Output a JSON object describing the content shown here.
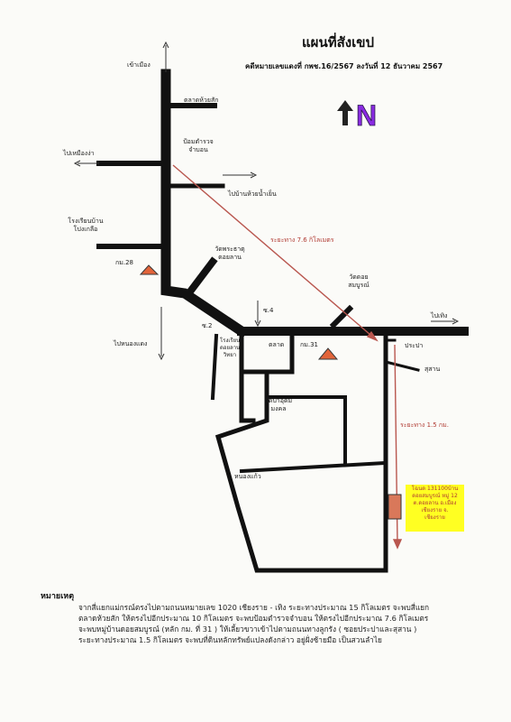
{
  "header": {
    "title": "แผนที่สังเขป",
    "subtitle": "คดีหมายเลขแดงที่ กพช.16/2567   ลงวันที่ 12 ธันวาคม  2567"
  },
  "compass": {
    "letter": "N",
    "letter_color": "#8a2be2",
    "arrow_color": "#222222"
  },
  "colors": {
    "road": "#111111",
    "route": "#b9574f",
    "marker": "#e2643a",
    "plot_fill": "#ffff22",
    "plot_marker": "#d9785a"
  },
  "labels": {
    "to_city": "เข้าเมือง",
    "talat_huai_sak": "ตลาดห้วยสัก",
    "police_box_1": "ป้อมตำรวจ",
    "police_box_2": "จำบอน",
    "to_muang_nga": "ไปเหมืองง่า",
    "to_ban_huai_nam_yen": "ไปบ้านห้วยน้ำเย็น",
    "school_pong_kluea_1": "โรงเรียนบ้าน",
    "school_pong_kluea_2": "โปงเกลือ",
    "km28": "กม.28",
    "wat_phra_that_1": "วัดพระธาตุ",
    "wat_phra_that_2": "ดอยลาน",
    "wat_doi_1": "วัดดอย",
    "wat_doi_2": "สมบูรณ์",
    "to_thoeng": "ไปเทิง",
    "soi4": "ซ.4",
    "soi2": "ซ.2",
    "to_nong_daeng": "ไปหนองแดง",
    "school_doi_lan_1": "โรงเรียน",
    "school_doi_lan_2": "ดอยลาน",
    "school_doi_lan_3": "วิทยา",
    "market": "ตลาด",
    "km31": "กม.31",
    "water_supply": "ประปา",
    "cemetery": "สุสาน",
    "wat_pa_1": "วัดป่าอุดม",
    "wat_pa_2": "มงคล",
    "nong_kaeo": "หนองแก้ว"
  },
  "distances": {
    "d1": "ระยะทาง 7.6 กิโลเมตร",
    "d2": "ระยะทาง 1.5 กม."
  },
  "plot": {
    "line1": "โฉนด 131100บ้าน",
    "line2": "ดอยสมบูรณ์ หมู่ 12",
    "line3": "ต.ดอยลาน อ.เมือง",
    "line4": "เชียงราย จ.",
    "line5": "เชียงราย"
  },
  "notes": {
    "heading": "หมายเหตุ",
    "line1": "จากสี่แยกแม่กรณ์ตรงไปตามถนนหมายเลข 1020  เชียงราย - เทิง ระยะทางประมาณ 15 กิโลเมตร จะพบสี่แยก",
    "line2": "ตลาดห้วยสัก ให้ตรงไปอีกประมาณ 10 กิโลเมตร จะพบป้อมตำรวจจำบอน ให้ตรงไปอีกประมาณ 7.6 กิโลเมตร",
    "line3": "จะพบหมู่บ้านดอยสมบูรณ์ (หลัก กม. ที่ 31 ) ให้เลี้ยวขวาเข้าไปตามถนนทางลูกรัง ( ซอยประปาและสุสาน )",
    "line4": "ระยะทางประมาณ 1.5 กิโลเมตร จะพบที่ดินหลักทรัพย์แปลงดังกล่าว อยู่ฝั่งซ้ายมือ เป็นสวนลำไย"
  }
}
